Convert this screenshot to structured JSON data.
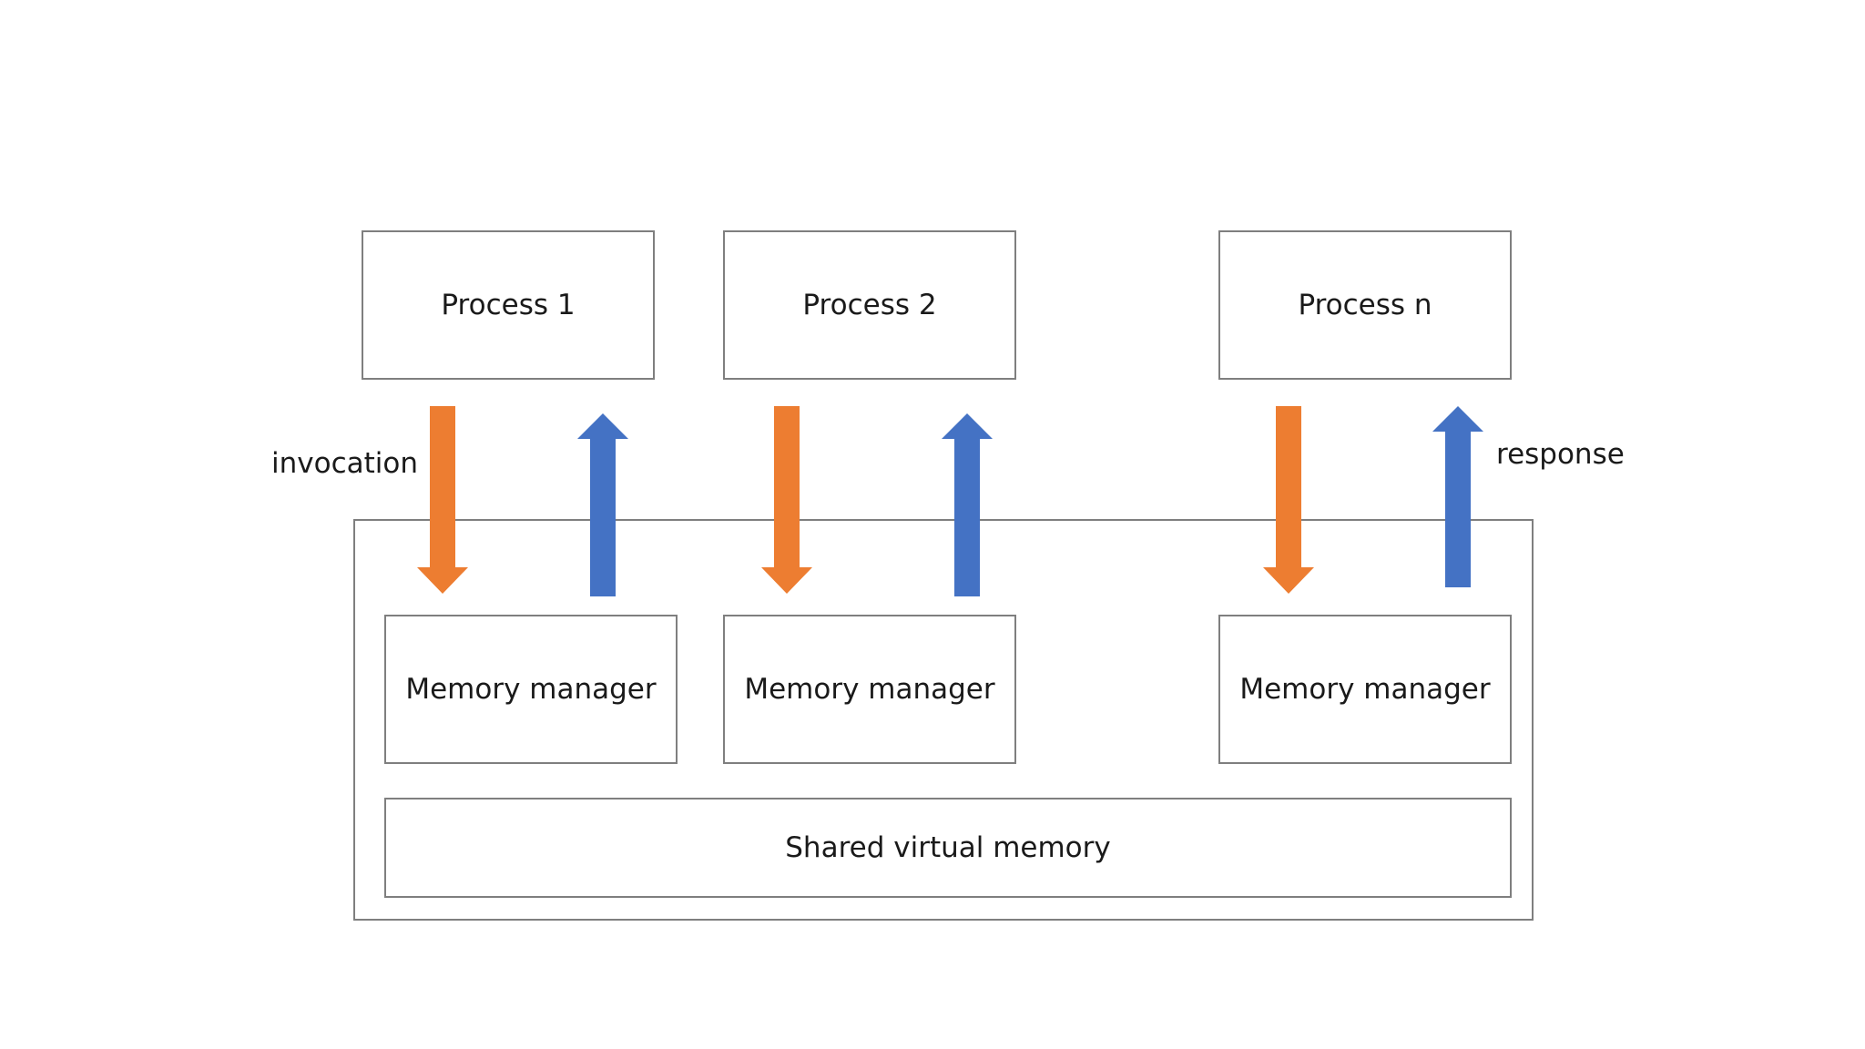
{
  "processes": [
    {
      "label": "Process 1"
    },
    {
      "label": "Process 2"
    },
    {
      "label": "Process n"
    }
  ],
  "memory_managers": [
    {
      "label": "Memory manager"
    },
    {
      "label": "Memory manager"
    },
    {
      "label": "Memory manager"
    }
  ],
  "shared_memory": {
    "label": "Shared virtual memory"
  },
  "annotations": {
    "invocation": "invocation",
    "response": "response"
  },
  "colors": {
    "invocation_arrow": "#ed7d31",
    "response_arrow": "#4472c4",
    "box_border": "#7f7f7f"
  }
}
